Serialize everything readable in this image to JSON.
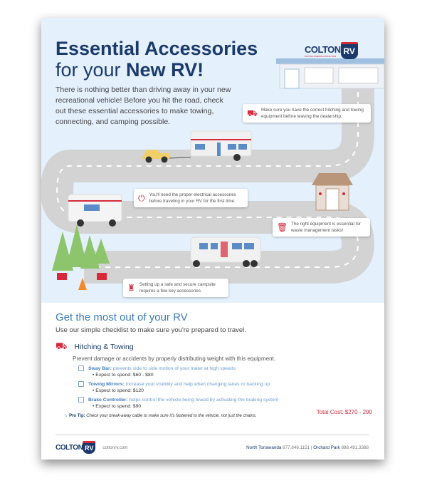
{
  "header": {
    "title_line1": "Essential Accessories",
    "title_line2_pre": "for your ",
    "title_line2_bold": "New RV!",
    "intro": "There is nothing better than driving away in your new recreational vehicle! Before you hit the road, check out these essential accessories to make towing, connecting, and camping possible."
  },
  "logo": {
    "word": "COLTON",
    "shield": "RV",
    "tagline": "DRIVING AMERICA SINCE 1962"
  },
  "bubbles": [
    {
      "icon": "trailer-icon",
      "text": "Make sure you have the correct hitching and towing equipment before leaving the dealership."
    },
    {
      "icon": "plug-icon",
      "text": "You'll need the proper electrical accessories before traveling in your RV for the first time."
    },
    {
      "icon": "trash-icon",
      "text": "The right equipment is essential for waste management tasks!"
    },
    {
      "icon": "lantern-icon",
      "text": "Setting up a safe and secure campsite requires a few key accessories."
    }
  ],
  "checklist": {
    "heading": "Get the most out of your RV",
    "subheading": "Use our simple checklist to make sure you're prepared to travel.",
    "section": {
      "title": "Hitching & Towing",
      "description": "Prevent damage or accidents by properly distributing weight with this equipment.",
      "items": [
        {
          "name": "Sway Bar:",
          "desc": " prevents side to side motion of your trailer at high speeds",
          "spend": "Expect to spend: $60 - $80"
        },
        {
          "name": "Towing Mirrors:",
          "desc": " increase your visibility and help when changing lanes or backing up",
          "spend": "Expect to spend: $120"
        },
        {
          "name": "Brake Controller:",
          "desc": " helps control the vehicle being towed by activating the braking system",
          "spend": "Expect to spend: $90"
        }
      ],
      "total": "Total Cost: $270 - 290"
    },
    "pro_tip_label": "Pro Tip:",
    "pro_tip": " Check your break-away cable to make sure it's fastened to the vehicle, not just the chains."
  },
  "footer": {
    "website": "coltonrv.com",
    "loc1": "North Tonawanda",
    "phone1": " 877.846.1151 | ",
    "loc2": "Orchard Park",
    "phone2": " 888.491.3388"
  },
  "colors": {
    "navy": "#1b3a6b",
    "red": "#d62a3b",
    "blue": "#3d7bbf",
    "sky": "#e4f0fc"
  }
}
